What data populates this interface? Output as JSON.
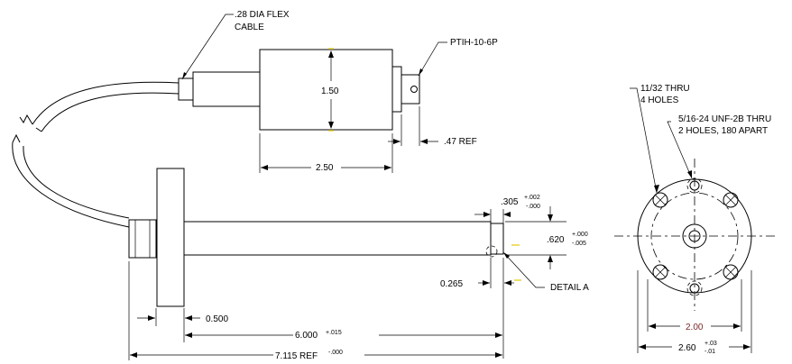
{
  "labels": {
    "cable": ".28 DIA FLEX",
    "cable2": "CABLE",
    "connector": "PTIH-10-6P",
    "dim_height": "1.50",
    "dim_length": "2.50",
    "dim_ref": ".47 REF",
    "dim_305": ".305",
    "tol_305_plus": "+.002",
    "tol_305_minus": "-.000",
    "dim_620": ".620",
    "tol_620_plus": "+.000",
    "tol_620_minus": "-.005",
    "dim_265": "0.265",
    "detail": "DETAIL A",
    "dim_500": "0.500",
    "dim_6000": "6.000",
    "tol_6000": "+.015",
    "dim_7115": "7.115 REF",
    "tol_7115": "-.000",
    "holes1": "11/32 THRU",
    "holes1b": "4 HOLES",
    "holes2": "5/16-24 UNF-2B THRU",
    "holes2b": "2 HOLES, 180 APART",
    "dim_200": "2.00",
    "dim_260": "2.60",
    "tol_260_plus": "+.03",
    "tol_260_minus": "-.01"
  },
  "colors": {
    "ink": "#000000",
    "dim_200": "#7a2a2a",
    "yellow_marks": "#e8d23a"
  }
}
